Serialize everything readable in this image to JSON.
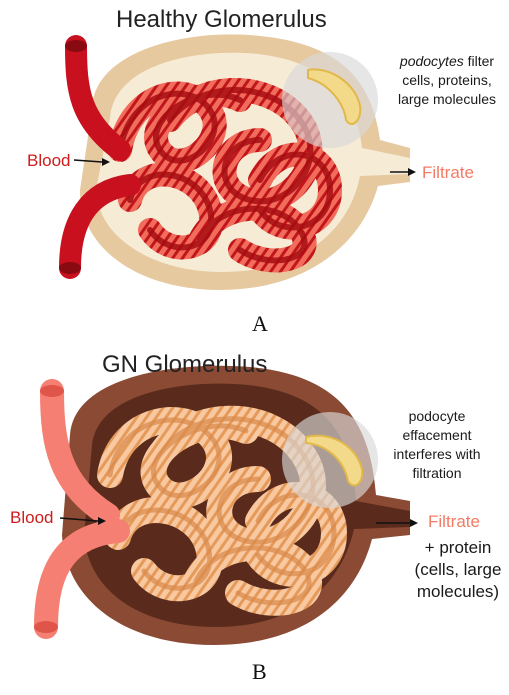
{
  "panel_a": {
    "title": "Healthy Glomerulus",
    "blood_label": "Blood",
    "filtrate_label": "Filtrate",
    "note_emphasis": "podocytes",
    "note_line1_rest": " filter",
    "note_line2": "cells, proteins,",
    "note_line3": "large molecules",
    "letter": "A"
  },
  "panel_b": {
    "title": "GN Glomerulus",
    "blood_label": "Blood",
    "filtrate_label": "Filtrate",
    "note_line1": "podocyte",
    "note_line2": "effacement",
    "note_line3": "interferes with",
    "note_line4": "filtration",
    "extra_line1": "+ protein",
    "extra_line2": "(cells, large",
    "extra_line3": "molecules)",
    "letter": "B"
  },
  "colors": {
    "capsule_outer_a": "#e7c9a0",
    "capsule_inner_a": "#f6ecd6",
    "vessel_a": "#c8101e",
    "loop_fill_a": "#f26c5c",
    "loop_dark_a": "#a70d12",
    "capsule_outer_b": "#8a4a33",
    "capsule_inner_b": "#5a2b1c",
    "vessel_b": "#f57f72",
    "loop_fill_b": "#f8c8a0",
    "loop_dark_b": "#d98a4a",
    "label_red": "#d01c1c",
    "label_salmon": "#f37b65"
  }
}
